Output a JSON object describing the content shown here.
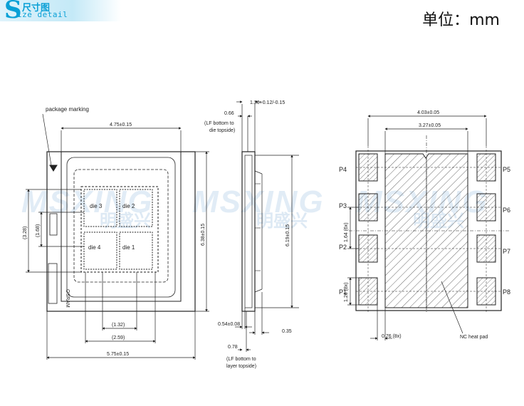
{
  "header": {
    "badge_letter": "S",
    "badge_cn": "尺寸图",
    "badge_en": "ize detail",
    "unit_label": "单位：mm"
  },
  "colors": {
    "brand": "#0aa0d6",
    "line": "#222222",
    "watermark": "#bcd4ea"
  },
  "watermark": {
    "brand": "MSXING",
    "brand_cn": "明盛兴"
  },
  "front_view": {
    "package_marking": "package marking",
    "width_top": "4.75±0.15",
    "width_bottom": "5.75±0.15",
    "height": "6.38±0.15",
    "left_outer": "(3.28)",
    "left_inner": "(1.68)",
    "bottom_inner": "(1.32)",
    "bottom_outer": "(2.59)",
    "dies": [
      "die 3",
      "die 2",
      "die 4",
      "die 1"
    ],
    "marking_text": "OSRAM"
  },
  "side_view": {
    "top_thickness": "1.26+0.12/-0.15",
    "lf_top_value": "0.66",
    "lf_top_note_1": "(LF bottom to",
    "lf_top_note_2": "die topside)",
    "height": "6.19±0.15",
    "bottom_value": "0.54±0.08",
    "right_value": "0.35",
    "lf_bottom_value": "0.78",
    "lf_bottom_note_1": "(LF bottom to",
    "lf_bottom_note_2": "layer topside)"
  },
  "bottom_view": {
    "width_outer": "4.03±0.05",
    "width_inner": "3.27±0.05",
    "pins_left": [
      "P4",
      "P3",
      "P2",
      "P1"
    ],
    "pins_right": [
      "P5",
      "P6",
      "P7",
      "P8"
    ],
    "pitch_6x": "1.64 (6x)",
    "pitch_8x": "1.26 (8x)",
    "pad_width": "0.76 (8x)",
    "heat_pad": "NC heat pad"
  }
}
